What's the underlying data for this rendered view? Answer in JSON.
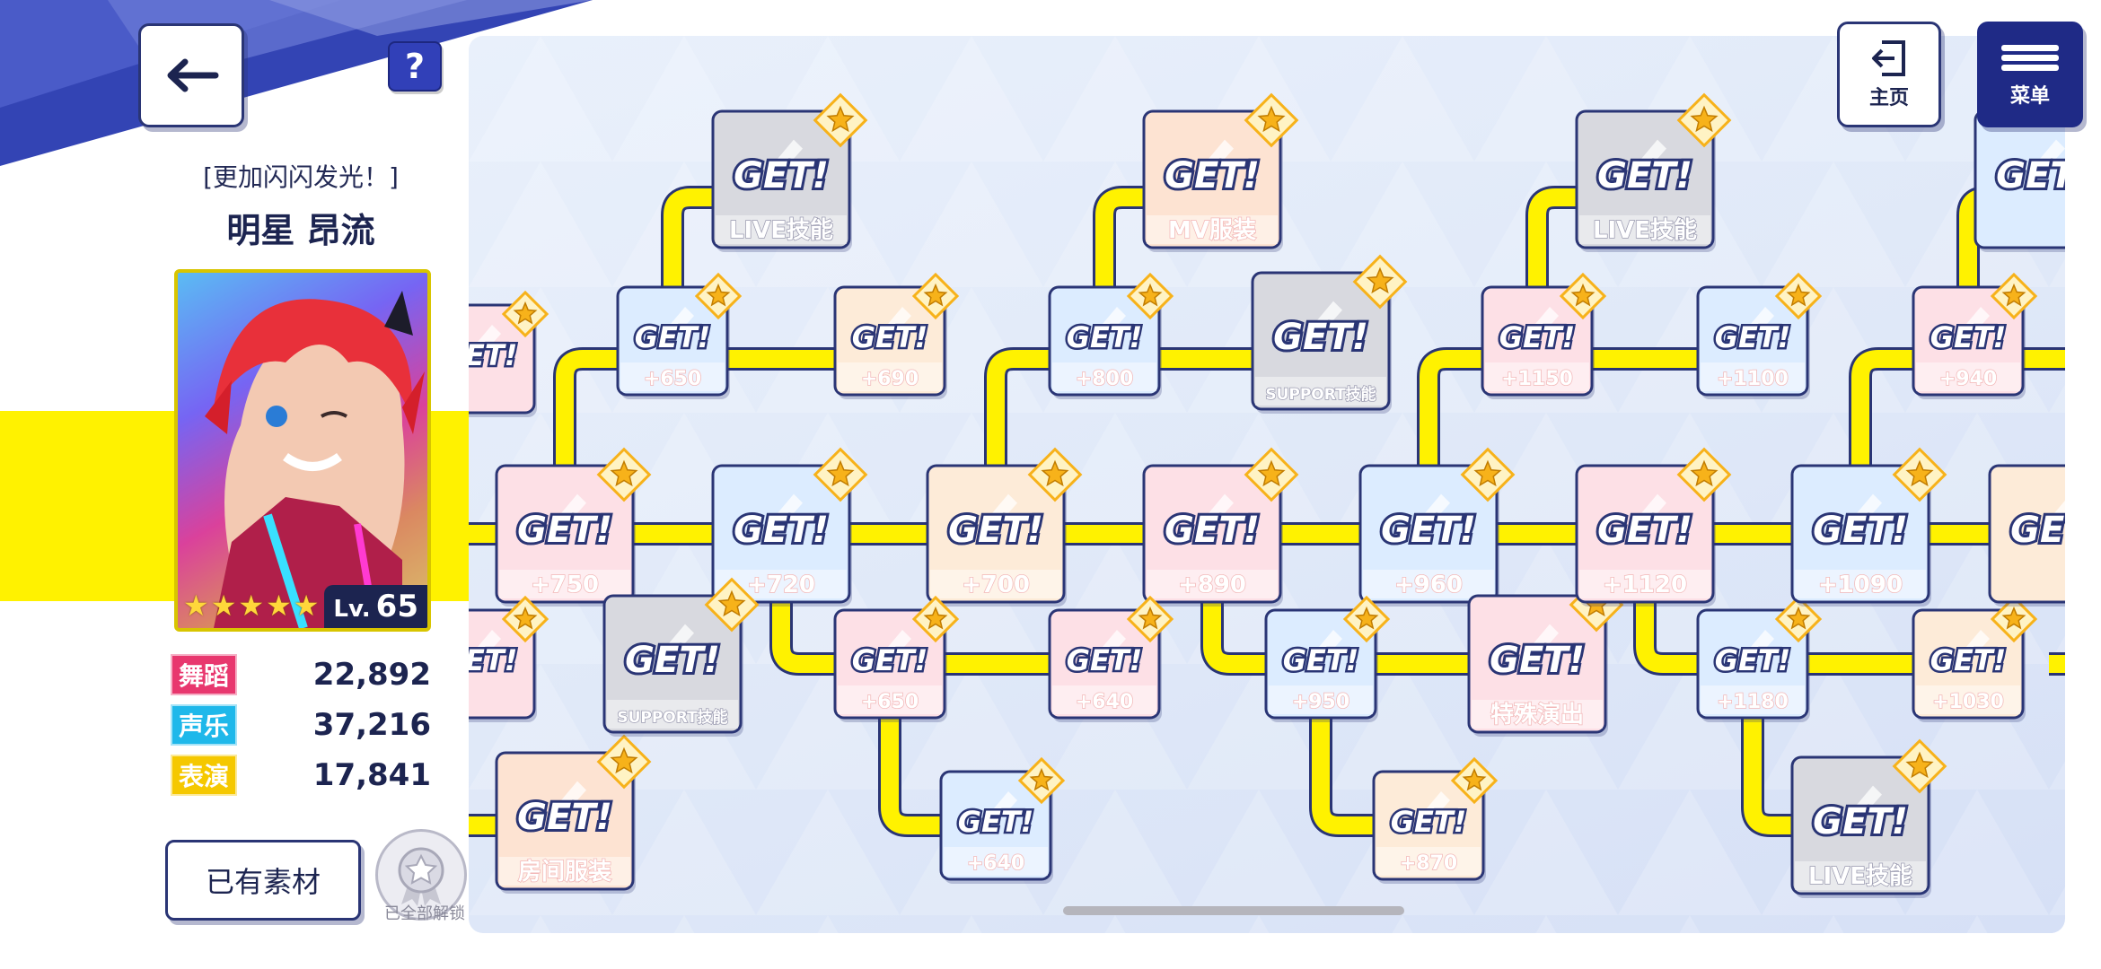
{
  "header": {
    "help_label": "?"
  },
  "character": {
    "subtitle": "[更加闪闪发光！]",
    "name": "明星 昂流",
    "level_prefix": "Lv.",
    "level": "65",
    "rarity": 5
  },
  "stats": [
    {
      "label": "舞蹈",
      "value": "22,892",
      "color": "#e8376e"
    },
    {
      "label": "声乐",
      "value": "37,216",
      "color": "#1fb8ea"
    },
    {
      "label": "表演",
      "value": "17,841",
      "color": "#f5c800"
    }
  ],
  "buttons": {
    "materials": "已有素材",
    "unlock_all": "已全部解锁",
    "home": "主页",
    "menu": "菜单"
  },
  "board": {
    "get_label": "GET!",
    "nodes": [
      {
        "id": "n-l1",
        "kind": "stat-pink",
        "size": "small",
        "label": ""
      },
      {
        "id": "n-l2",
        "kind": "stat-pink",
        "size": "large",
        "label": "+750"
      },
      {
        "id": "n-l3",
        "kind": "stat-pink",
        "size": "small",
        "label": ""
      },
      {
        "id": "n-l4",
        "kind": "special-orange",
        "size": "large",
        "label": "房间服装"
      },
      {
        "id": "n-a1",
        "kind": "skill-gray",
        "size": "large",
        "label": "LIVE技能"
      },
      {
        "id": "n-a2",
        "kind": "stat-blue",
        "size": "small",
        "label": "+650"
      },
      {
        "id": "n-a3",
        "kind": "stat-blue",
        "size": "large",
        "label": "+720"
      },
      {
        "id": "n-a4",
        "kind": "skill-gray",
        "size": "large",
        "label": "SUPPORT技能"
      },
      {
        "id": "n-b1",
        "kind": "stat-orange",
        "size": "small",
        "label": "+690"
      },
      {
        "id": "n-b2",
        "kind": "stat-orange",
        "size": "large",
        "label": "+700"
      },
      {
        "id": "n-b3",
        "kind": "stat-pink",
        "size": "small",
        "label": "+650"
      },
      {
        "id": "n-b4",
        "kind": "stat-blue",
        "size": "small",
        "label": "+640"
      },
      {
        "id": "n-c1",
        "kind": "special-orange",
        "size": "large",
        "label": "MV服装"
      },
      {
        "id": "n-c2",
        "kind": "stat-blue",
        "size": "small",
        "label": "+800"
      },
      {
        "id": "n-c3",
        "kind": "stat-pink",
        "size": "large",
        "label": "+890"
      },
      {
        "id": "n-c4",
        "kind": "stat-pink",
        "size": "small",
        "label": "+640"
      },
      {
        "id": "n-d1",
        "kind": "skill-gray",
        "size": "large",
        "label": "SUPPORT技能"
      },
      {
        "id": "n-d2",
        "kind": "stat-blue",
        "size": "large",
        "label": "+960"
      },
      {
        "id": "n-d3",
        "kind": "stat-blue",
        "size": "small",
        "label": "+950"
      },
      {
        "id": "n-d4",
        "kind": "stat-orange",
        "size": "small",
        "label": "+870"
      },
      {
        "id": "n-e1",
        "kind": "special-pink",
        "size": "large",
        "label": "特殊演出"
      },
      {
        "id": "n-f1",
        "kind": "skill-gray",
        "size": "large",
        "label": "LIVE技能"
      },
      {
        "id": "n-f2",
        "kind": "stat-pink",
        "size": "small",
        "label": "+1150"
      },
      {
        "id": "n-f3",
        "kind": "stat-pink",
        "size": "large",
        "label": "+1120"
      },
      {
        "id": "n-f4",
        "kind": "stat-blue",
        "size": "small",
        "label": "+1180"
      },
      {
        "id": "n-g1",
        "kind": "stat-blue",
        "size": "small",
        "label": "+1100"
      },
      {
        "id": "n-g2",
        "kind": "stat-blue",
        "size": "large",
        "label": "+1090"
      },
      {
        "id": "n-g3",
        "kind": "skill-gray",
        "size": "large",
        "label": "LIVE技能"
      },
      {
        "id": "n-h1",
        "kind": "stat-pink",
        "size": "small",
        "label": "+940"
      },
      {
        "id": "n-h2",
        "kind": "stat-orange",
        "size": "small",
        "label": "+1030"
      },
      {
        "id": "n-i1",
        "kind": "stat-blue",
        "size": "large",
        "label": ""
      },
      {
        "id": "n-i2",
        "kind": "stat-orange",
        "size": "large",
        "label": ""
      }
    ]
  },
  "colors": {
    "path": "#fff200",
    "path_outline": "#2a3575",
    "node_outline": "#2a3575",
    "stat-pink": "#fde0e6",
    "stat-blue": "#dcecff",
    "stat-orange": "#fdebd8",
    "skill-gray": "#d8d9df",
    "special-orange": "#fde3d2",
    "special-pink": "#fde0e6",
    "star": "#f7b21a"
  }
}
